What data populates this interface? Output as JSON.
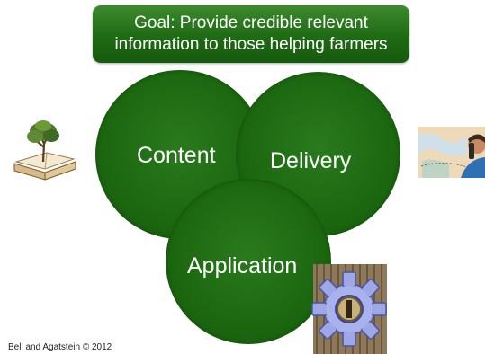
{
  "goal": {
    "line1": "Goal: Provide credible relevant",
    "line2": "information to those helping farmers"
  },
  "circles": {
    "content": "Content",
    "delivery": "Delivery",
    "application": "Application"
  },
  "images": {
    "book": "tree-growing-from-book-icon",
    "phone": "person-on-phone-with-map-icon",
    "gear": "gear-over-tree-stump-icon"
  },
  "colors": {
    "green": "#1f6a14",
    "text": "#ffffff"
  },
  "footer": {
    "copyright": "Bell and Agatstein © 2012"
  }
}
